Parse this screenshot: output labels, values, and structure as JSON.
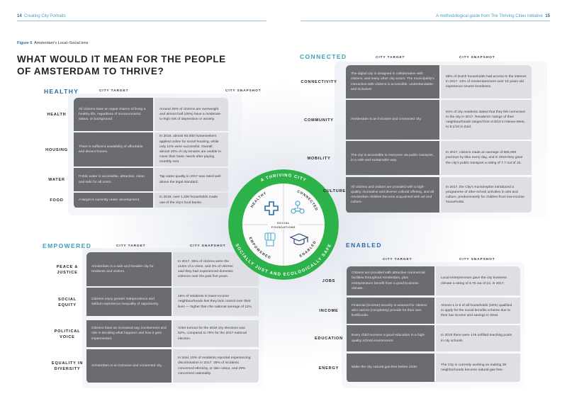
{
  "header": {
    "left_page_num": "14",
    "left_title": "Creating City Portraits",
    "right_title": "A methodological guide from The Thriving Cities Initiative",
    "right_page_num": "15"
  },
  "figure": {
    "label": "Figure 6",
    "caption": "Amsterdam's Local–Social lens"
  },
  "title_line1": "WHAT WOULD IT MEAN FOR THE PEOPLE",
  "title_line2": "OF AMSTERDAM TO THRIVE?",
  "columns": {
    "target": "CITY TARGET",
    "snapshot": "CITY SNAPSHOT"
  },
  "colors": {
    "healthy": "#2a6a9a",
    "connected": "#3aa0b8",
    "empowered": "#3aa0b8",
    "enabled": "#2a6aa8",
    "ring": "#2db24a",
    "target_cell": "#6b6c70",
    "snapshot_cell": "#dedfe3"
  },
  "healthy": {
    "heading": "HEALTHY",
    "rows": [
      {
        "label": "HEALTH",
        "target": "All citizens have an equal chance of living a healthy life, regardless of socioeconomic status, or background.",
        "snapshot": "Around 40% of citizens are overweight and almost half (49%) have a moderate-to-high risk of depression or anxiety."
      },
      {
        "label": "HOUSING",
        "target": "There is sufficient availability of affordable and decent homes.",
        "snapshot": "In 2018, almost 60,000 homeseekers applied online for social housing, while only 12% were successful. Overall, almost 20% of city tenants are unable to cover their basic needs after paying monthly rent."
      },
      {
        "label": "WATER",
        "target": "Public water is accessible, attractive, clean and safe for all users.",
        "snapshot": "Tap water quality in 2017 was rated well above the legal standard."
      },
      {
        "label": "FOOD",
        "target": "A target is currently under development.",
        "snapshot": "In 2018, over 1,200 households made use of the city's food banks."
      }
    ]
  },
  "connected": {
    "heading": "CONNECTED",
    "rows": [
      {
        "label": "CONNECTIVITY",
        "target": "The digital city is designed in collaboration with citizens, and many other city actors. The municipality's interaction with citizens is accessible, understandable and inclusive!",
        "snapshot": "98% of Dutch households had access to the internet in 2017. 13% of Amsterdammers over 19 years old experience severe loneliness."
      },
      {
        "label": "COMMUNITY",
        "target": "Amsterdam is an inclusive and connected city.",
        "snapshot": "81% of city residents stated that they felt connected to the city in 2017. Residents' ratings of their neighbourhoods ranged from 6.8/10 in Nieuw-West, to 8.1/10 in Zuid."
      },
      {
        "label": "MOBILITY",
        "target": "The city is accessible to everyone via public transport, in a safe and sustainable way.",
        "snapshot": "In 2017, citizens made an average of 665,000 journeys by bike every day, and in 2018 they gave the city's public transport a rating of 7.7 out of 10."
      },
      {
        "label": "CULTURE",
        "target": "All citizens and visitors are provided with a high-quality, innovative and diverse cultural offering, and all Amsterdam children become acquainted with art and culture.",
        "snapshot": "In 2017, the City's Kunstenplan introduced a programme of after-school activities in arts and culture, predominantly for children from low-income households."
      }
    ]
  },
  "empowered": {
    "heading": "EMPOWERED",
    "rows": [
      {
        "label": "PEACE & JUSTICE",
        "target": "Amsterdam is a safe and liveable city for residents and visitors.",
        "snapshot": "In 2017, 25% of citizens were the victim of a crime, and 3% of citizens said they had experienced domestic violence over the past five years."
      },
      {
        "label": "SOCIAL EQUITY",
        "target": "Citizens enjoy greater independence and seldom experience inequality of opportunity.",
        "snapshot": "16% of residents in lower-income neighbourhoods feel they lack control over their lives — higher than the national average of 11%."
      },
      {
        "label": "POLITICAL VOICE",
        "target": "Citizens have an increased say, involvement and role in deciding what happens and how it gets implemented.",
        "snapshot": "Voter turnout for the 2018 city elections was 52%, compared to 79% for the 2017 national election."
      },
      {
        "label": "EQUALITY IN DIVERSITY",
        "target": "Amsterdam is an inclusive and connected city.",
        "snapshot": "In total, 15% of residents reported experiencing discrimination in 2017. 39% of incidents concerned ethnicity, or skin colour, and 29% concerned nationality."
      }
    ]
  },
  "enabled": {
    "heading": "ENABLED",
    "rows": [
      {
        "label": "JOBS",
        "target": "Citizens are provided with attractive commercial facilities throughout Amsterdam, plus entrepreneurs benefit from a good business climate.",
        "snapshot": "Local entrepreneurs gave the city business climate a rating of 6.75 out of 10, in 2017."
      },
      {
        "label": "INCOME",
        "target": "Financial (income) security is assured for citizens who cannot (completely) provide for their own livelihoods.",
        "snapshot": "Almost 1 in 5 of all households (18%) qualified to apply for the social benefits scheme due to their low income and savings in 2016."
      },
      {
        "label": "EDUCATION",
        "target": "Every child receives a good education in a high-quality school environment.",
        "snapshot": "In 2019 there were 175 unfilled teaching posts in city schools."
      },
      {
        "label": "ENERGY",
        "target": "Make the city natural gas-free before 2040.",
        "snapshot": "The City is currently working on making 28 neighborhoods become natural-gas free."
      }
    ]
  },
  "wheel": {
    "top": "A THRIVING CITY",
    "bottom": "SOCIALLY JUST AND ECOLOGICALLY SAFE",
    "center_line1": "SOCIAL",
    "center_line2": "FOUNDATIONS",
    "q1": "HEALTHY",
    "q2": "CONNECTED",
    "q3": "EMPOWERED",
    "q4": "ENABLED",
    "icons": [
      "health-cross-icon",
      "network-nodes-icon",
      "raised-fist-icon",
      "graduation-cap-icon"
    ]
  }
}
